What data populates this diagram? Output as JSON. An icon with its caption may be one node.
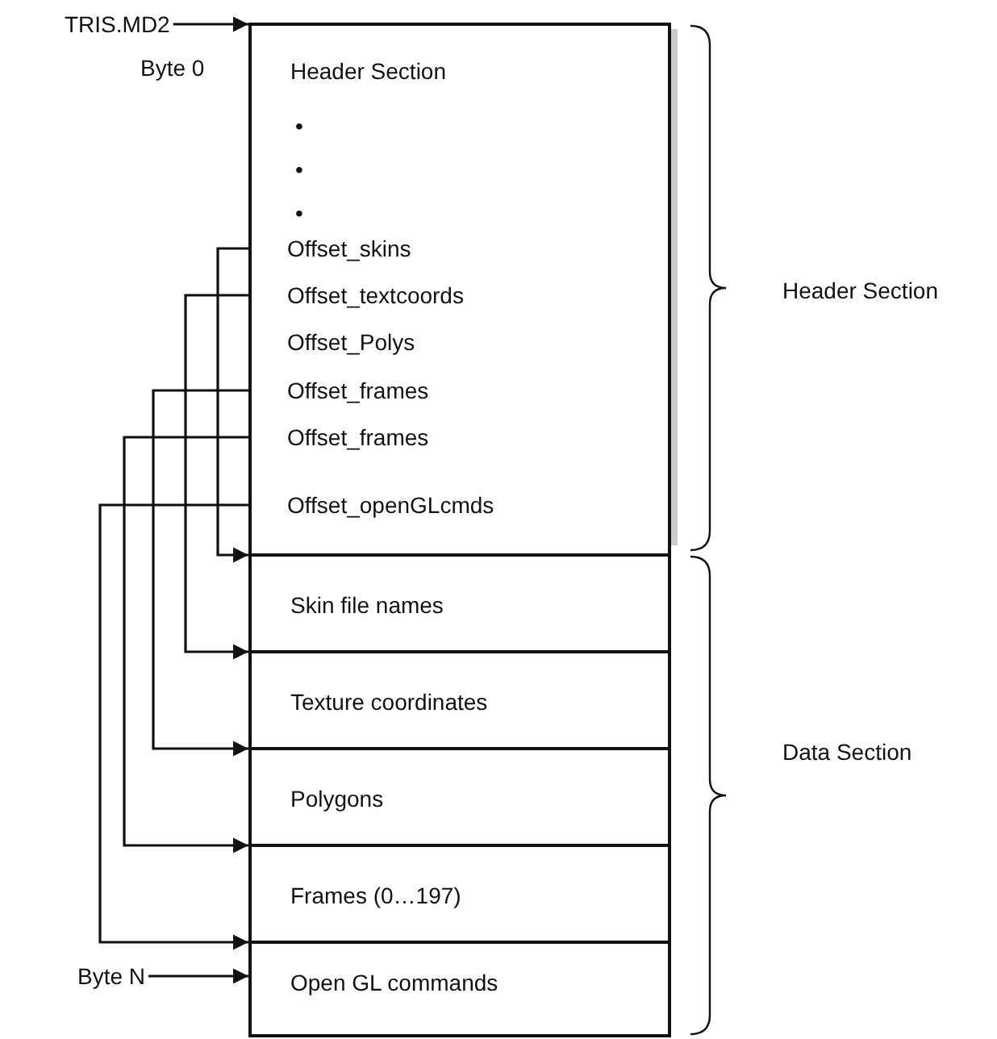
{
  "diagram": {
    "nodes": [
      {
        "text": [
          "TRIS.MD2"
        ]
      },
      {
        "text": [
          "Header Section"
        ],
        "beside": [
          "Byte 0"
        ]
      },
      {
        "text": [
          "Offset_skins"
        ],
        "in": 1
      },
      {
        "text": [
          "Offset_textcoords"
        ],
        "in": 1
      },
      {
        "text": [
          "Offset_Polys"
        ],
        "in": 1
      },
      {
        "text": [
          "Offset_frames"
        ],
        "in": 1
      },
      {
        "text": [
          "Offset_frames"
        ],
        "in": 1
      },
      {
        "text": [
          "Offset_openGLcmds"
        ],
        "in": 1
      },
      {
        "text": [
          "Skin file names"
        ]
      },
      {
        "text": [
          "Texture coordinates"
        ]
      },
      {
        "text": [
          "Polygons"
        ]
      },
      {
        "text": [
          "Frames (0…197)"
        ]
      },
      {
        "text": [
          "Byte N"
        ]
      },
      {
        "text": [
          "Open GL commands"
        ]
      }
    ],
    "edges": [
      {
        "from": 0,
        "to": 1,
        "arrow": "to"
      },
      {
        "from": 2,
        "to": 8,
        "arrow": "to"
      },
      {
        "from": 3,
        "to": 9,
        "arrow": "to"
      },
      {
        "from": 5,
        "to": 10,
        "arrow": "to"
      },
      {
        "from": 6,
        "to": 11,
        "arrow": "to"
      },
      {
        "from": 7,
        "to": 13,
        "arrow": "to"
      },
      {
        "from": 12,
        "to": 13,
        "arrow": "to"
      }
    ],
    "labels": [
      "•",
      "•",
      "•",
      "Header Section",
      "Data Section"
    ]
  }
}
